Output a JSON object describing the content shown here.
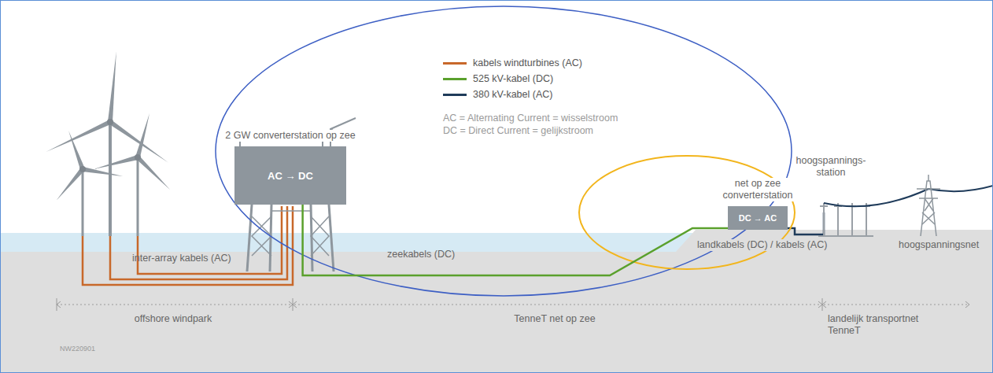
{
  "diagram": {
    "nodes": [
      {
        "text": [
          "AC → DC",
          "2 GW converterstation op zee"
        ]
      },
      {
        "text": [
          "DC → AC",
          "net op zee converterstation"
        ]
      }
    ],
    "edges": [
      {
        "from": 0,
        "to": 1,
        "arrow": "none"
      }
    ],
    "labels": [
      "AC = Alternating Current = wisselstroom",
      "DC = Direct Current = gelijkstroom",
      "inter-array kabels (AC)",
      "zeekabels (DC)",
      "landkabels (DC) / kabels (AC)",
      "hoogspannings- station",
      "hoogspanningsnet",
      "offshore windpark",
      "TenneT net op zee",
      "landelijk transportnet TenneT",
      "NW220901"
    ],
    "legend": [
      {
        "text": "kabels windturbines (AC)",
        "color": "#c8682a"
      },
      {
        "text": "525 kV-kabel (DC)",
        "color": "#5aa02c"
      },
      {
        "text": "380 kV-kabel (AC)",
        "color": "#1f3b5a"
      }
    ]
  }
}
